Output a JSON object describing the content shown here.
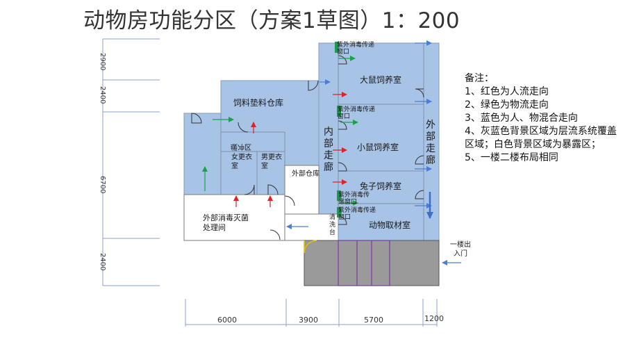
{
  "title": "动物房功能分区（方案1草图）1：200",
  "rooms": {
    "feed_storage": "饲料垫料仓库",
    "rat_room": "大鼠饲养室",
    "mouse_room": "小鼠饲养室",
    "rabbit_room": "兔子饲养室",
    "material_room": "动物取材室",
    "inner_corridor": "内部走廊",
    "outer_corridor": "外部走廊",
    "outer_warehouse": "外部仓库",
    "disinfect_room": "外部消毒灭菌处理间",
    "female_locker": "女更衣室",
    "male_locker": "男更衣室",
    "buffer_label": "缓冲区",
    "wash_basin": "清洗台",
    "uv_window_1": "紫外消毒传递窗口",
    "uv_window_2": "紫外消毒传递窗口",
    "uv_window_3": "紫外消毒传递窗口",
    "uv_window_4": "紫外消毒传递窗口"
  },
  "entrance": "一楼出入门",
  "notes": {
    "heading": "备注：",
    "items": [
      "1、红色为人流走向",
      "2、绿色为物流走向",
      "3、蓝色为人、物混合走向",
      "4、灰蓝色背景区域为层流系统覆盖区域；白色背景区域为暴露区；",
      "5、一楼二楼布局相同"
    ]
  },
  "dimensions": {
    "horizontal": [
      "6000",
      "3900",
      "5700",
      "1200"
    ],
    "vertical": [
      "2900",
      "2400",
      "6700",
      "2400"
    ]
  },
  "colors": {
    "laminar_zone": "#a7c3e6",
    "gray_zone": "#9a9a9a",
    "people_flow": "#e0202a",
    "material_flow": "#1aa24a",
    "mixed_flow": "#4a7fd4",
    "wall": "#8a9bb5"
  }
}
